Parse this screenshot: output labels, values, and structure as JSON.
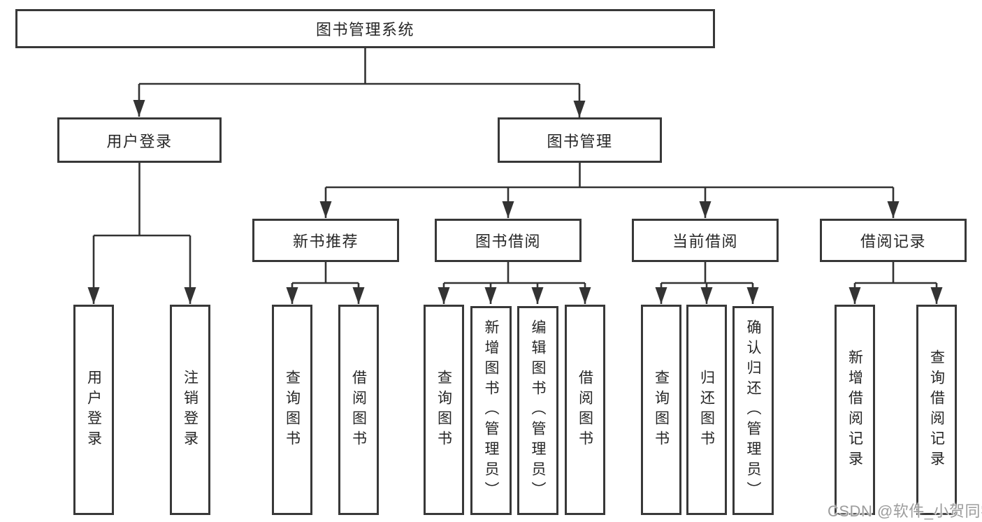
{
  "nodes": {
    "root": "图书管理系统",
    "level2": {
      "user_login": "用户登录",
      "book_management": "图书管理"
    },
    "level3": {
      "new_book_recommend": "新书推荐",
      "book_borrowing": "图书借阅",
      "current_borrowing": "当前借阅",
      "borrowing_records": "借阅记录"
    },
    "level4": {
      "user_login_children": {
        "login": "用户登录",
        "logout": "注销登录"
      },
      "new_book_recommend_children": {
        "query_books": "查询图书",
        "borrow_books": "借阅图书"
      },
      "book_borrowing_children": {
        "query_books": "查询图书",
        "add_books": "新增图书（管理员）",
        "edit_books": "编辑图书（管理员）",
        "borrow_books": "借阅图书"
      },
      "current_borrowing_children": {
        "query_books": "查询图书",
        "return_books": "归还图书",
        "confirm_return": "确认归还（管理员）"
      },
      "borrowing_records_children": {
        "add_record": "新增借阅记录",
        "query_record": "查询借阅记录"
      }
    }
  },
  "watermark": {
    "text": "CSDN @软件_小贺同学"
  },
  "colors": {
    "background": "#ffffff",
    "line": "#333333",
    "border": "#383838",
    "text": "#262626",
    "watermark": "#9c9c9c"
  }
}
